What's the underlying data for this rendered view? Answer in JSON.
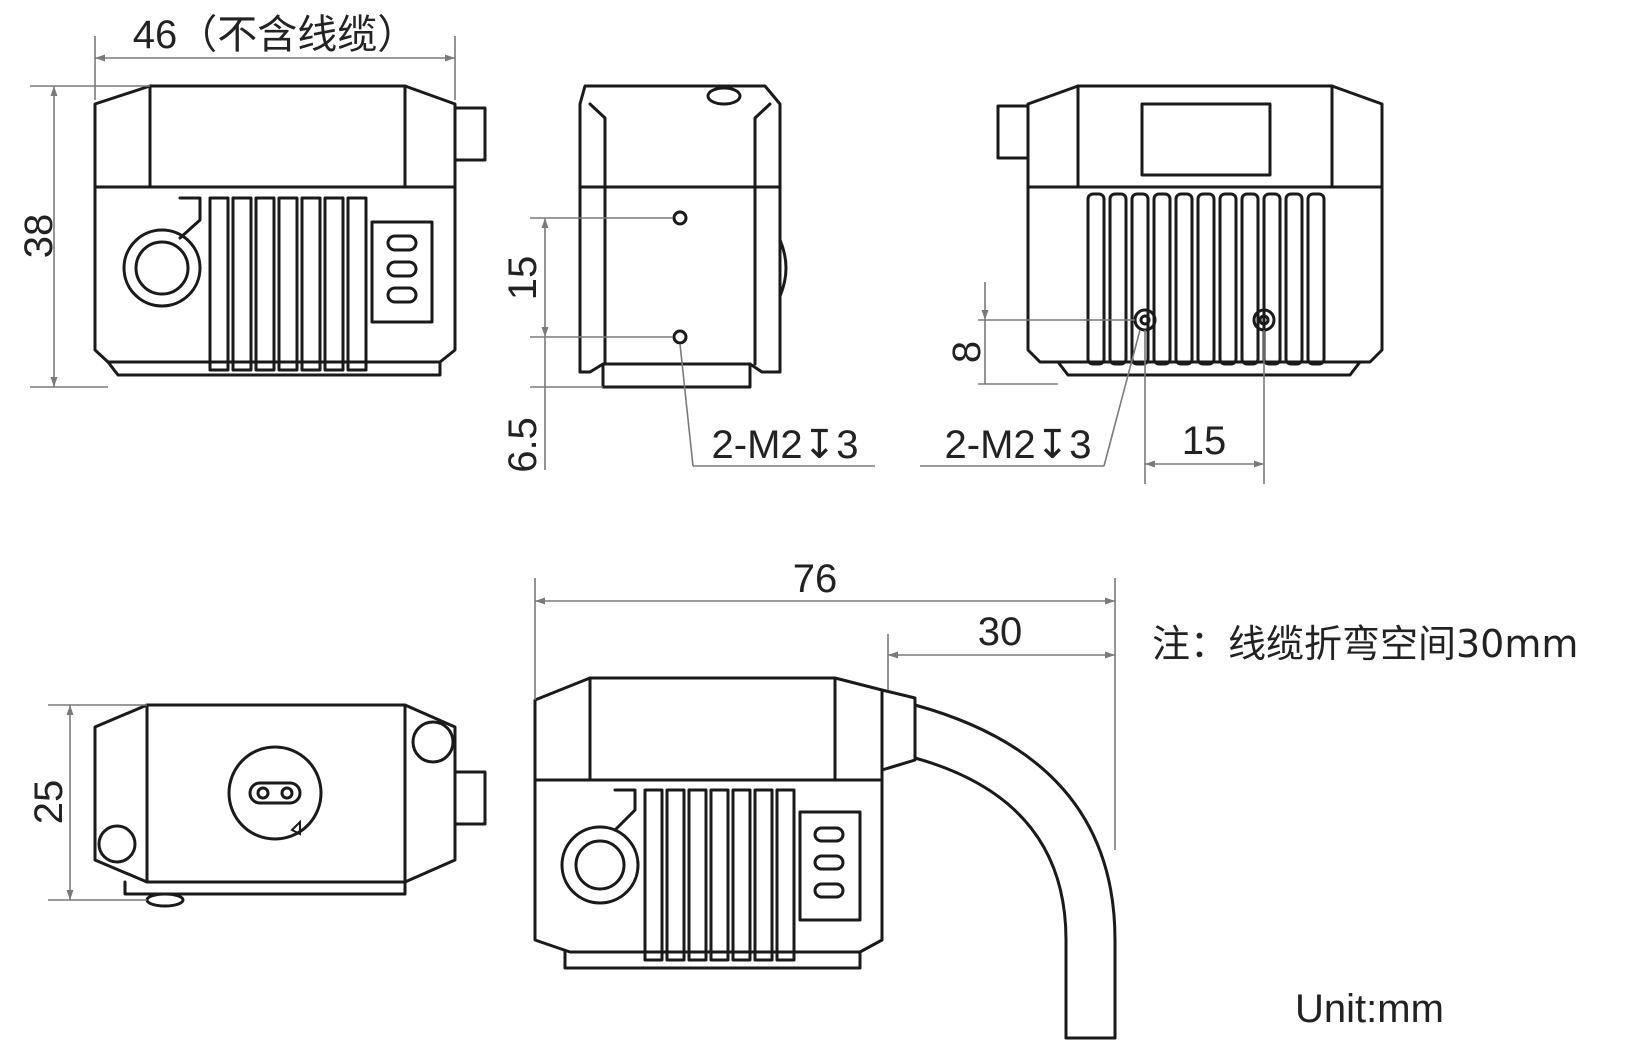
{
  "dimensions": {
    "front_width": "46（不含线缆）",
    "front_height": "38",
    "side_hole_pitch": "15",
    "side_hole_offset": "6.5",
    "side_hole_callout": "2-M2↧3",
    "back_hole_height": "8",
    "back_hole_callout": "2-M2↧3",
    "back_hole_pitch": "15",
    "top_depth": "25",
    "total_length": "76",
    "cable_length": "30"
  },
  "notes": {
    "bend_note": "注：线缆折弯空间30mm",
    "unit": "Unit:mm"
  },
  "colors": {
    "outline": "#1a1a1a",
    "dimension_line": "#7a7a7a",
    "text": "#222222",
    "background": "#ffffff"
  }
}
